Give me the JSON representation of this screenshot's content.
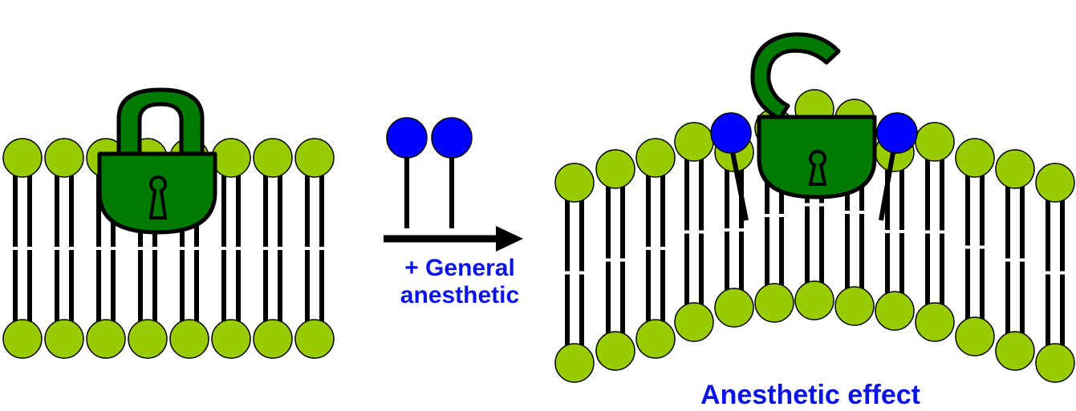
{
  "reagent": {
    "line1": "+ General",
    "line2": "anesthetic"
  },
  "effect_label": "Anesthetic effect",
  "colors": {
    "lipid_head": "#99cc00",
    "anesthetic_head": "#0000ff",
    "lock_green": "#007a00",
    "label_blue": "#0a14e6",
    "outline": "#000000"
  }
}
